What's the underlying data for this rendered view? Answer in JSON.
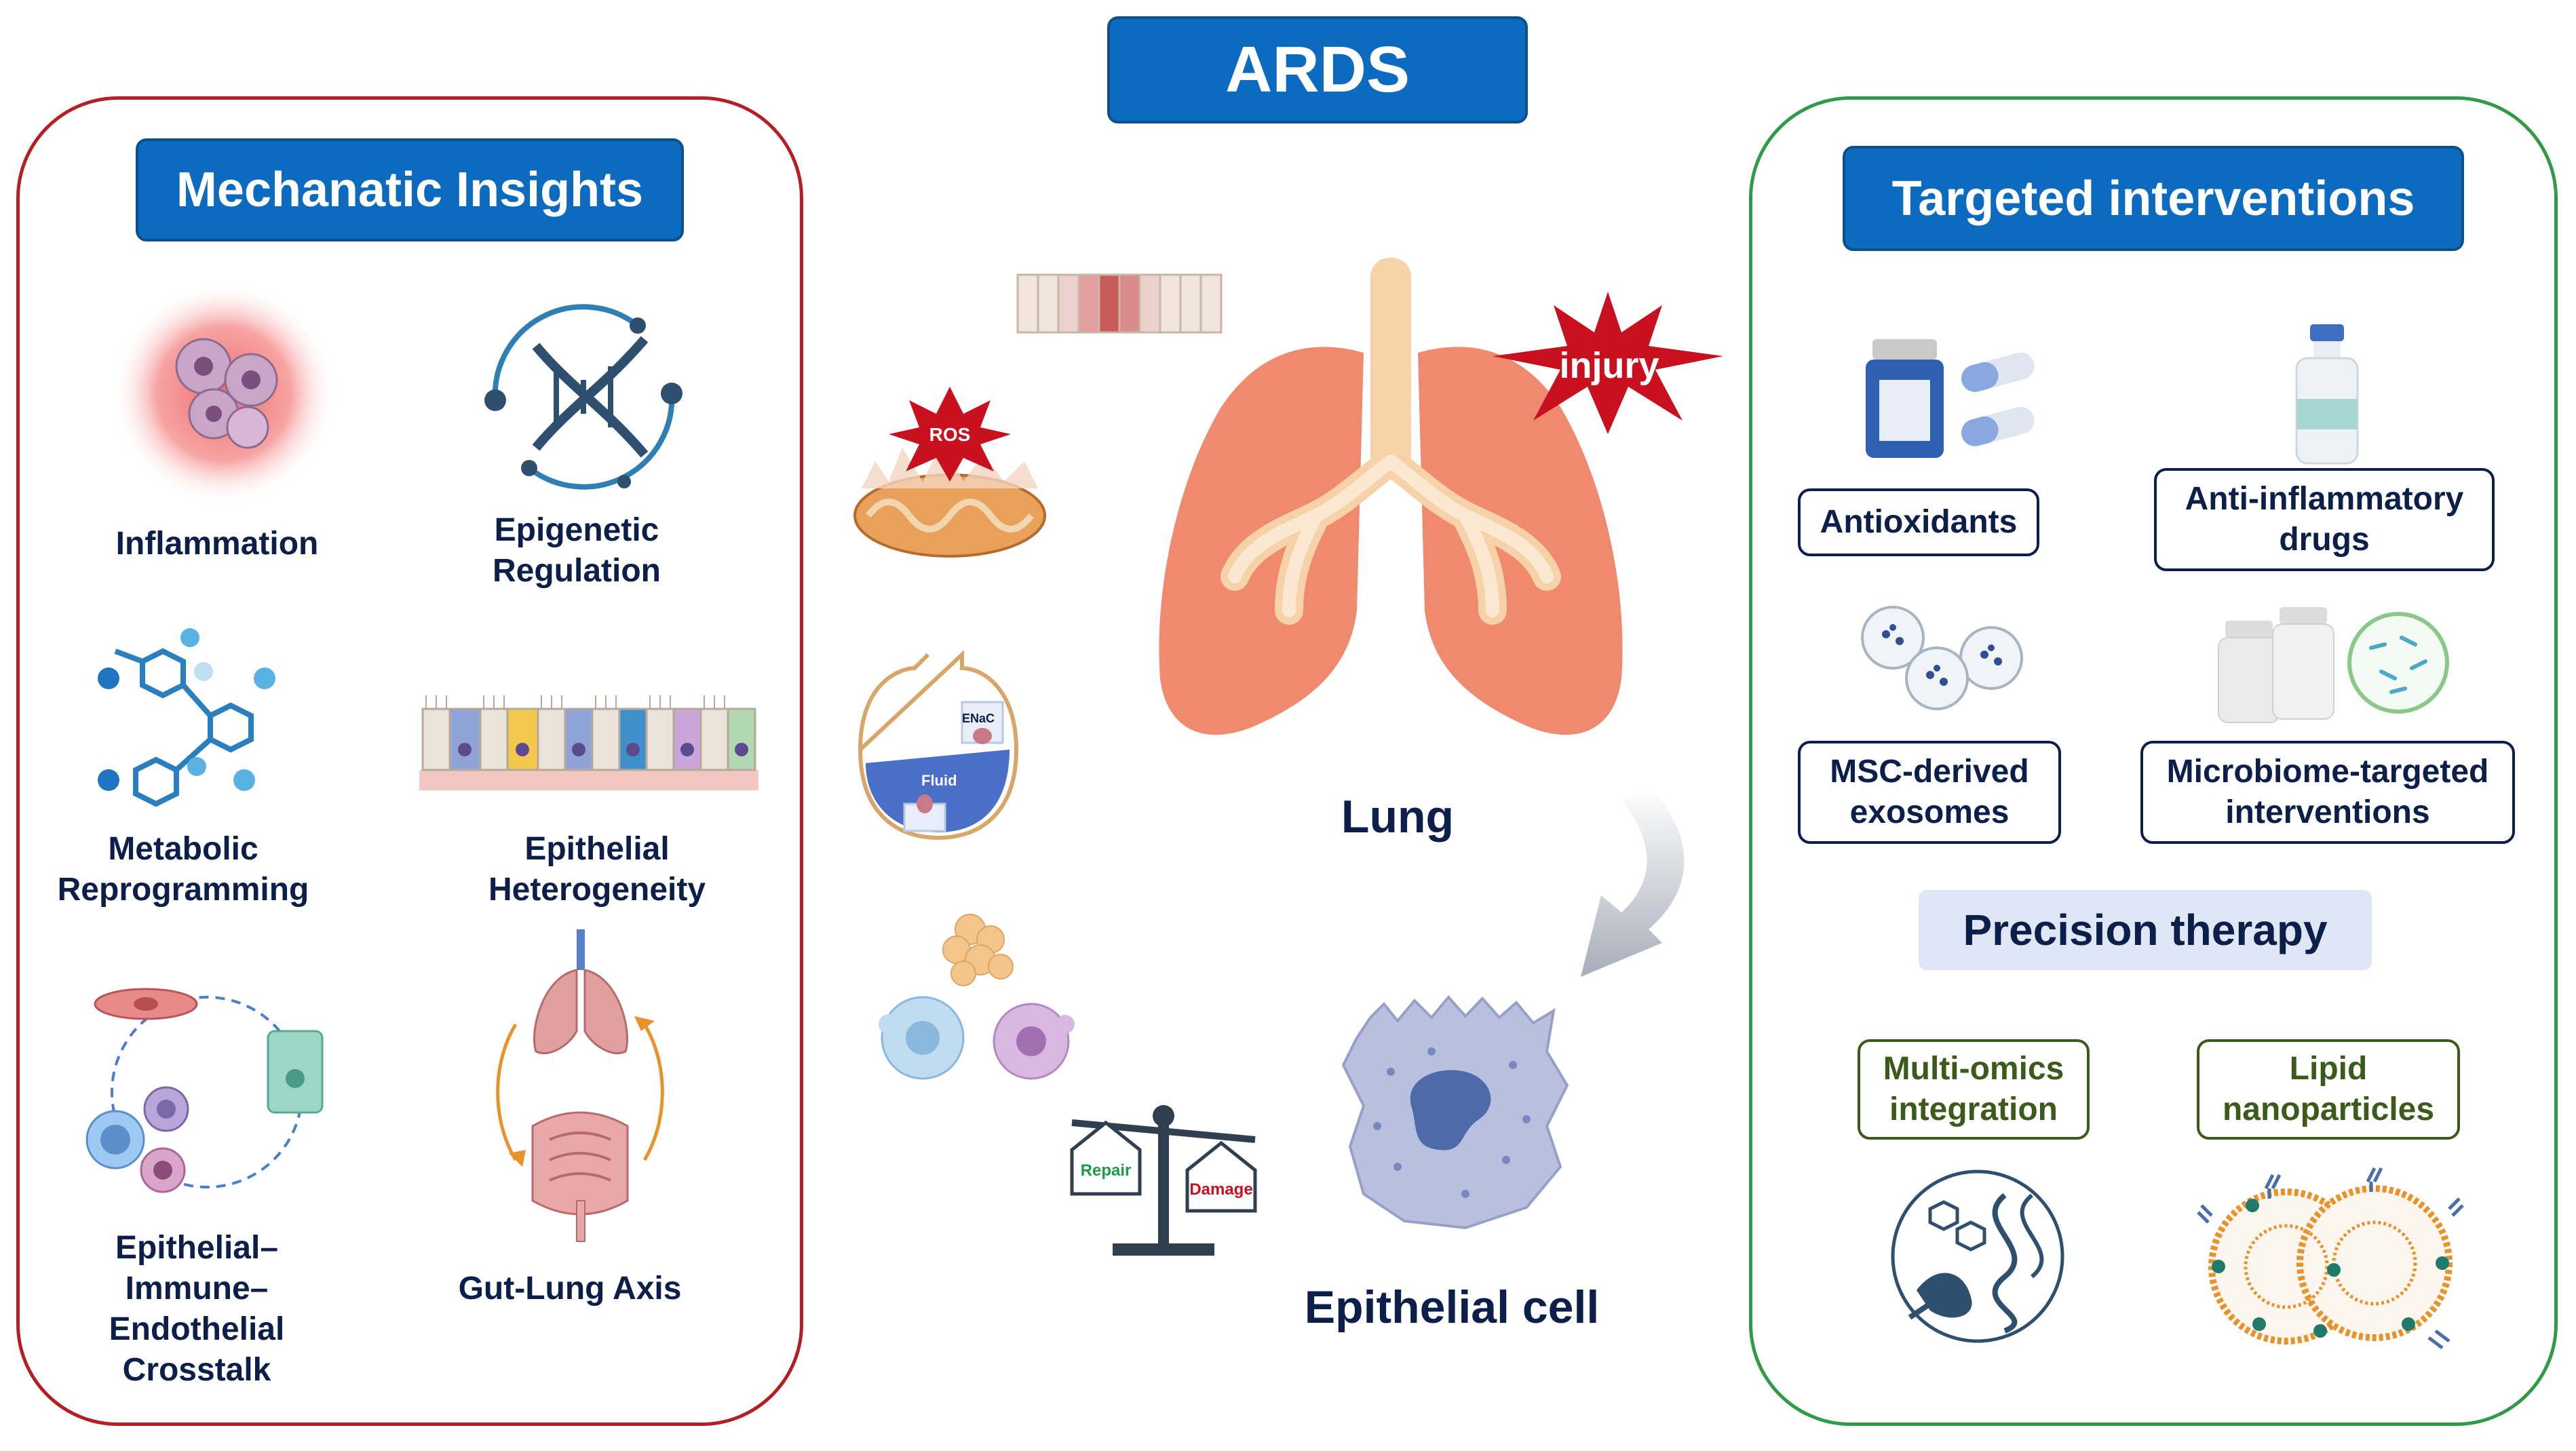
{
  "header": {
    "title": "ARDS"
  },
  "left_panel": {
    "title": "Mechanatic Insights",
    "items": [
      {
        "label": "Inflammation",
        "icon": "inflammation-cells-icon"
      },
      {
        "label": "Epigenetic Regulation",
        "line1": "Epigenetic",
        "line2": "Regulation",
        "icon": "dna-helix-icon"
      },
      {
        "label": "Metabolic Reprogramming",
        "line1": "Metabolic",
        "line2": "Reprogramming",
        "icon": "molecule-network-icon"
      },
      {
        "label": "Epithelial Heterogeneity",
        "line1": "Epithelial",
        "line2": "Heterogeneity",
        "icon": "epithelial-layer-icon"
      },
      {
        "label": "Epithelial–Immune–Endothelial Crosstalk",
        "line1": "Epithelial–",
        "line2": "Immune–",
        "line3": "Endothelial",
        "line4": "Crosstalk",
        "icon": "cell-crosstalk-icon"
      },
      {
        "label": "Gut-Lung Axis",
        "icon": "gut-lung-axis-icon"
      }
    ]
  },
  "center": {
    "lung_label": "Lung",
    "injury_label": "injury",
    "ros_label": "ROS",
    "enac_label": "ENaC",
    "fluid_label": "Fluid",
    "repair_label": "Repair",
    "damage_label": "Damage",
    "cell_label": "Epithelial cell"
  },
  "right_panel": {
    "title": "Targeted interventions",
    "items": [
      {
        "label": "Antioxidants",
        "icon": "pill-bottle-icon"
      },
      {
        "label": "Anti-inflammatory drugs",
        "line1": "Anti-inflammatory",
        "line2": "drugs",
        "icon": "vial-icon"
      },
      {
        "label": "MSC-derived exosomes",
        "line1": "MSC-derived",
        "line2": "exosomes",
        "icon": "exosome-icon"
      },
      {
        "label": "Microbiome-targeted interventions",
        "line1": "Microbiome-targeted",
        "line2": "interventions",
        "icon": "probiotic-icon"
      }
    ],
    "precision_title": "Precision therapy",
    "precision_items": [
      {
        "label": "Multi-omics integration",
        "line1": "Multi-omics",
        "line2": "integration",
        "icon": "omics-icon"
      },
      {
        "label": "Lipid nanoparticles",
        "line1": "Lipid",
        "line2": "nanoparticles",
        "icon": "nanoparticle-icon"
      }
    ]
  },
  "colors": {
    "title_blue": "#0d6bbf",
    "left_border": "#b41f24",
    "right_border": "#2f9a47",
    "text_navy": "#0b1f4a",
    "lung": "#ef8a6f",
    "injury_red": "#c8101e"
  }
}
